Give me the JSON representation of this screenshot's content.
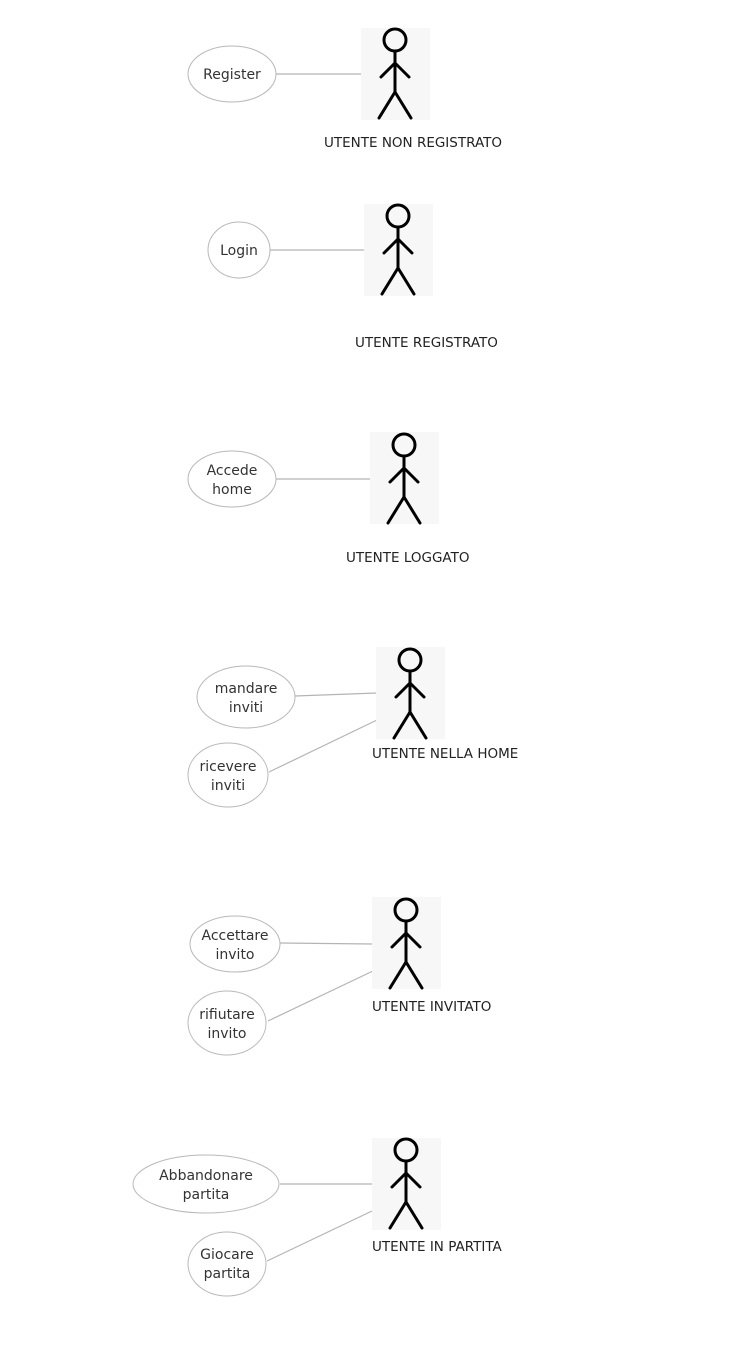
{
  "diagram": {
    "groups": [
      {
        "actor": "UTENTE NON REGISTRATO",
        "use_cases": [
          {
            "lines": [
              "Register"
            ]
          }
        ]
      },
      {
        "actor": "UTENTE REGISTRATO",
        "use_cases": [
          {
            "lines": [
              "Login"
            ]
          }
        ]
      },
      {
        "actor": "UTENTE LOGGATO",
        "use_cases": [
          {
            "lines": [
              "Accede",
              "home"
            ]
          }
        ]
      },
      {
        "actor": "UTENTE NELLA HOME",
        "use_cases": [
          {
            "lines": [
              "mandare",
              "inviti"
            ]
          },
          {
            "lines": [
              "ricevere",
              "inviti"
            ]
          }
        ]
      },
      {
        "actor": "UTENTE INVITATO",
        "use_cases": [
          {
            "lines": [
              "Accettare",
              "invito"
            ]
          },
          {
            "lines": [
              "rifiutare",
              "invito"
            ]
          }
        ]
      },
      {
        "actor": "UTENTE IN PARTITA",
        "use_cases": [
          {
            "lines": [
              "Abbandonare",
              "partita"
            ]
          },
          {
            "lines": [
              "Giocare",
              "partita"
            ]
          }
        ]
      }
    ]
  }
}
